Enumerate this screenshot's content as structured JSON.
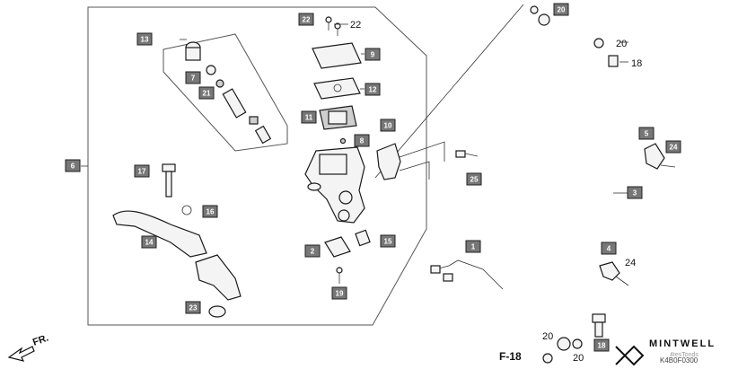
{
  "labels": {
    "l22a": "22",
    "l22b": "22",
    "l13": "13",
    "l9": "9",
    "l7": "7",
    "l21": "21",
    "l12": "12",
    "l11": "11",
    "l8": "8",
    "l10": "10",
    "l6": "6",
    "l17": "17",
    "l16": "16",
    "l14": "14",
    "l2": "2",
    "l15": "15",
    "l19": "19",
    "l23": "23",
    "l25": "25",
    "l1": "1",
    "l20a": "20",
    "l20b": "20",
    "l18a": "18",
    "l5": "5",
    "l24a": "24",
    "l3": "3",
    "l4": "4",
    "l24b": "24",
    "l20c": "20",
    "l20d": "20",
    "l18b": "18"
  },
  "page_ref": "F-18",
  "direction": "FR.",
  "brand": "MINTWELL",
  "watermark": "4tesTonds",
  "diagram_code": "K4B0F0300",
  "colors": {
    "label_fill": "#777777",
    "line": "#333333",
    "brand": "#111111"
  }
}
